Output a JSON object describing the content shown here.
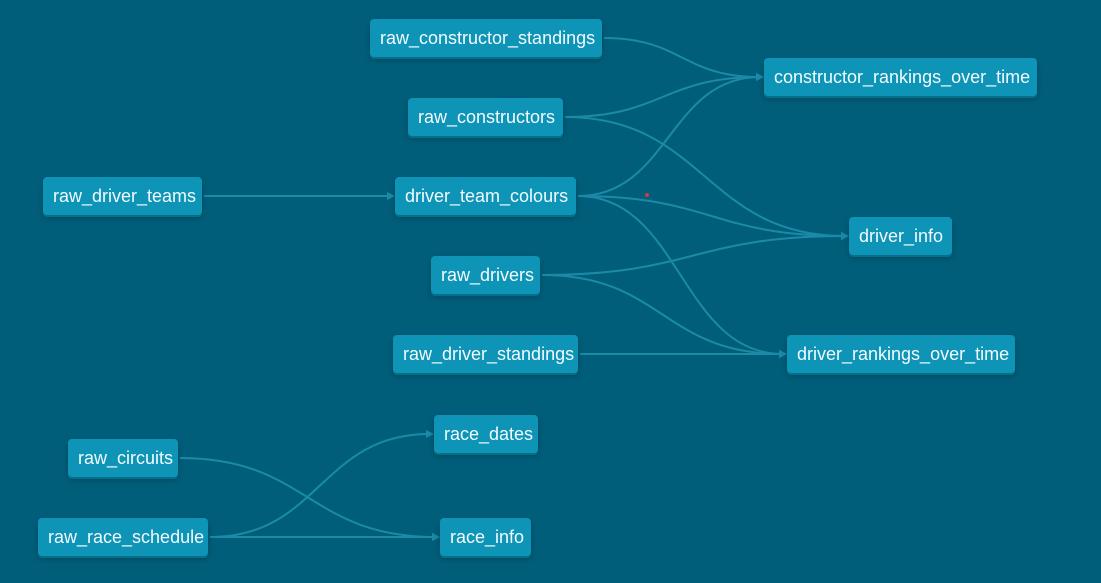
{
  "colors": {
    "background": "#005e7a",
    "node_fill": "#0e94b6",
    "edge_stroke": "#1b8aa6",
    "marker": "#e0343f"
  },
  "nodes": {
    "raw_constructor_standings": "raw_constructor_standings",
    "raw_constructors": "raw_constructors",
    "raw_driver_teams": "raw_driver_teams",
    "driver_team_colours": "driver_team_colours",
    "raw_drivers": "raw_drivers",
    "raw_driver_standings": "raw_driver_standings",
    "raw_circuits": "raw_circuits",
    "raw_race_schedule": "raw_race_schedule",
    "race_dates": "race_dates",
    "race_info": "race_info",
    "constructor_rankings_over_time": "constructor_rankings_over_time",
    "driver_info": "driver_info",
    "driver_rankings_over_time": "driver_rankings_over_time"
  },
  "edges": [
    [
      "raw_constructor_standings",
      "constructor_rankings_over_time"
    ],
    [
      "raw_constructors",
      "constructor_rankings_over_time"
    ],
    [
      "raw_constructors",
      "driver_info"
    ],
    [
      "driver_team_colours",
      "constructor_rankings_over_time"
    ],
    [
      "driver_team_colours",
      "driver_info"
    ],
    [
      "driver_team_colours",
      "driver_rankings_over_time"
    ],
    [
      "raw_driver_teams",
      "driver_team_colours"
    ],
    [
      "raw_drivers",
      "driver_info"
    ],
    [
      "raw_drivers",
      "driver_rankings_over_time"
    ],
    [
      "raw_driver_standings",
      "driver_rankings_over_time"
    ],
    [
      "raw_circuits",
      "race_info"
    ],
    [
      "raw_race_schedule",
      "race_dates"
    ],
    [
      "raw_race_schedule",
      "race_info"
    ]
  ]
}
